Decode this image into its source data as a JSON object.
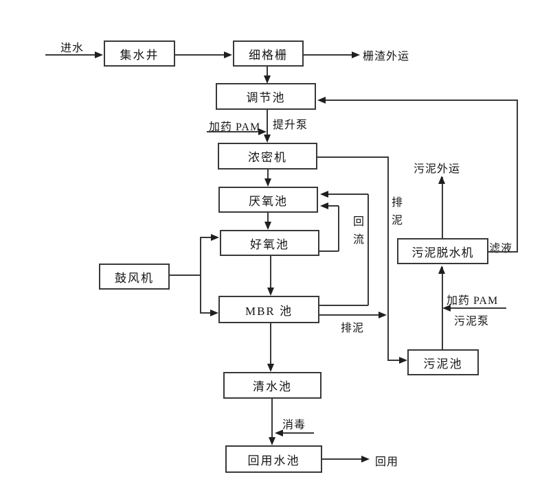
{
  "diagram_title": "MBR wastewater treatment process flow diagram",
  "colors": {
    "line": "#383838",
    "arrow": "#1f1f1f",
    "background": "#ffffff",
    "text": "#151515"
  },
  "nodes": {
    "collection_well": "集水井",
    "fine_screen": "细格栅",
    "equalization_tank": "调节池",
    "thickener": "浓密机",
    "anaerobic_tank": "厌氧池",
    "aerobic_tank": "好氧池",
    "blower": "鼓风机",
    "mbr_tank": "MBR 池",
    "clean_water_tank": "清水池",
    "reuse_water_tank": "回用水池",
    "sludge_dewatering_machine": "污泥脱水机",
    "sludge_tank": "污泥池"
  },
  "labels": {
    "influent": "进水",
    "screen_residue_out": "栅渣外运",
    "dosing_pam_top": "加药 PAM",
    "lift_pump": "提升泵",
    "sludge_out": "污泥外运",
    "sludge_discharge_side": "排泥",
    "reflux": "回流",
    "sludge_discharge_mbr": "排泥",
    "dosing_pam_bottom": "加药 PAM",
    "sludge_pump": "污泥泵",
    "filtrate": "滤液",
    "disinfection": "消毒",
    "reuse": "回用"
  }
}
